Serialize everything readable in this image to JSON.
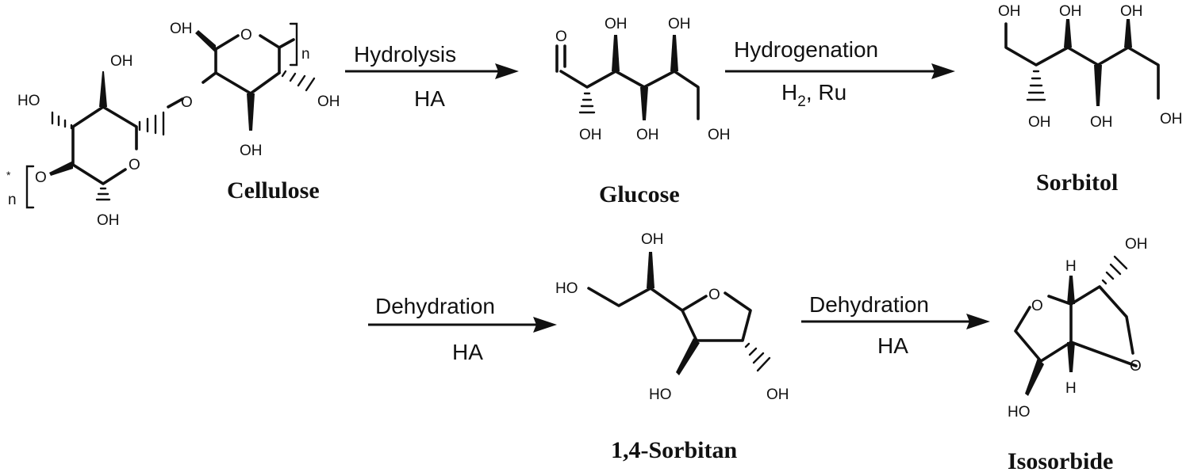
{
  "compounds": {
    "cellulose": {
      "name": "Cellulose",
      "repeat_label": "n",
      "end_star": "*",
      "end_label": "n"
    },
    "glucose": {
      "name": "Glucose"
    },
    "sorbitol": {
      "name": "Sorbitol"
    },
    "sorbitan": {
      "name": "1,4-Sorbitan"
    },
    "isosorbide": {
      "name": "Isosorbide"
    }
  },
  "atoms": {
    "hydroxyl": "OH",
    "hydroxyl_left": "HO",
    "oxygen": "O",
    "hydrogen": "H"
  },
  "steps": [
    {
      "name": "Hydrolysis",
      "reagent": "HA"
    },
    {
      "name": "Hydrogenation",
      "reagent_main": "H",
      "reagent_sub": "2",
      "reagent_rest": ", Ru"
    },
    {
      "name": "Dehydration",
      "reagent": "HA"
    },
    {
      "name": "Dehydration",
      "reagent": "HA"
    }
  ]
}
